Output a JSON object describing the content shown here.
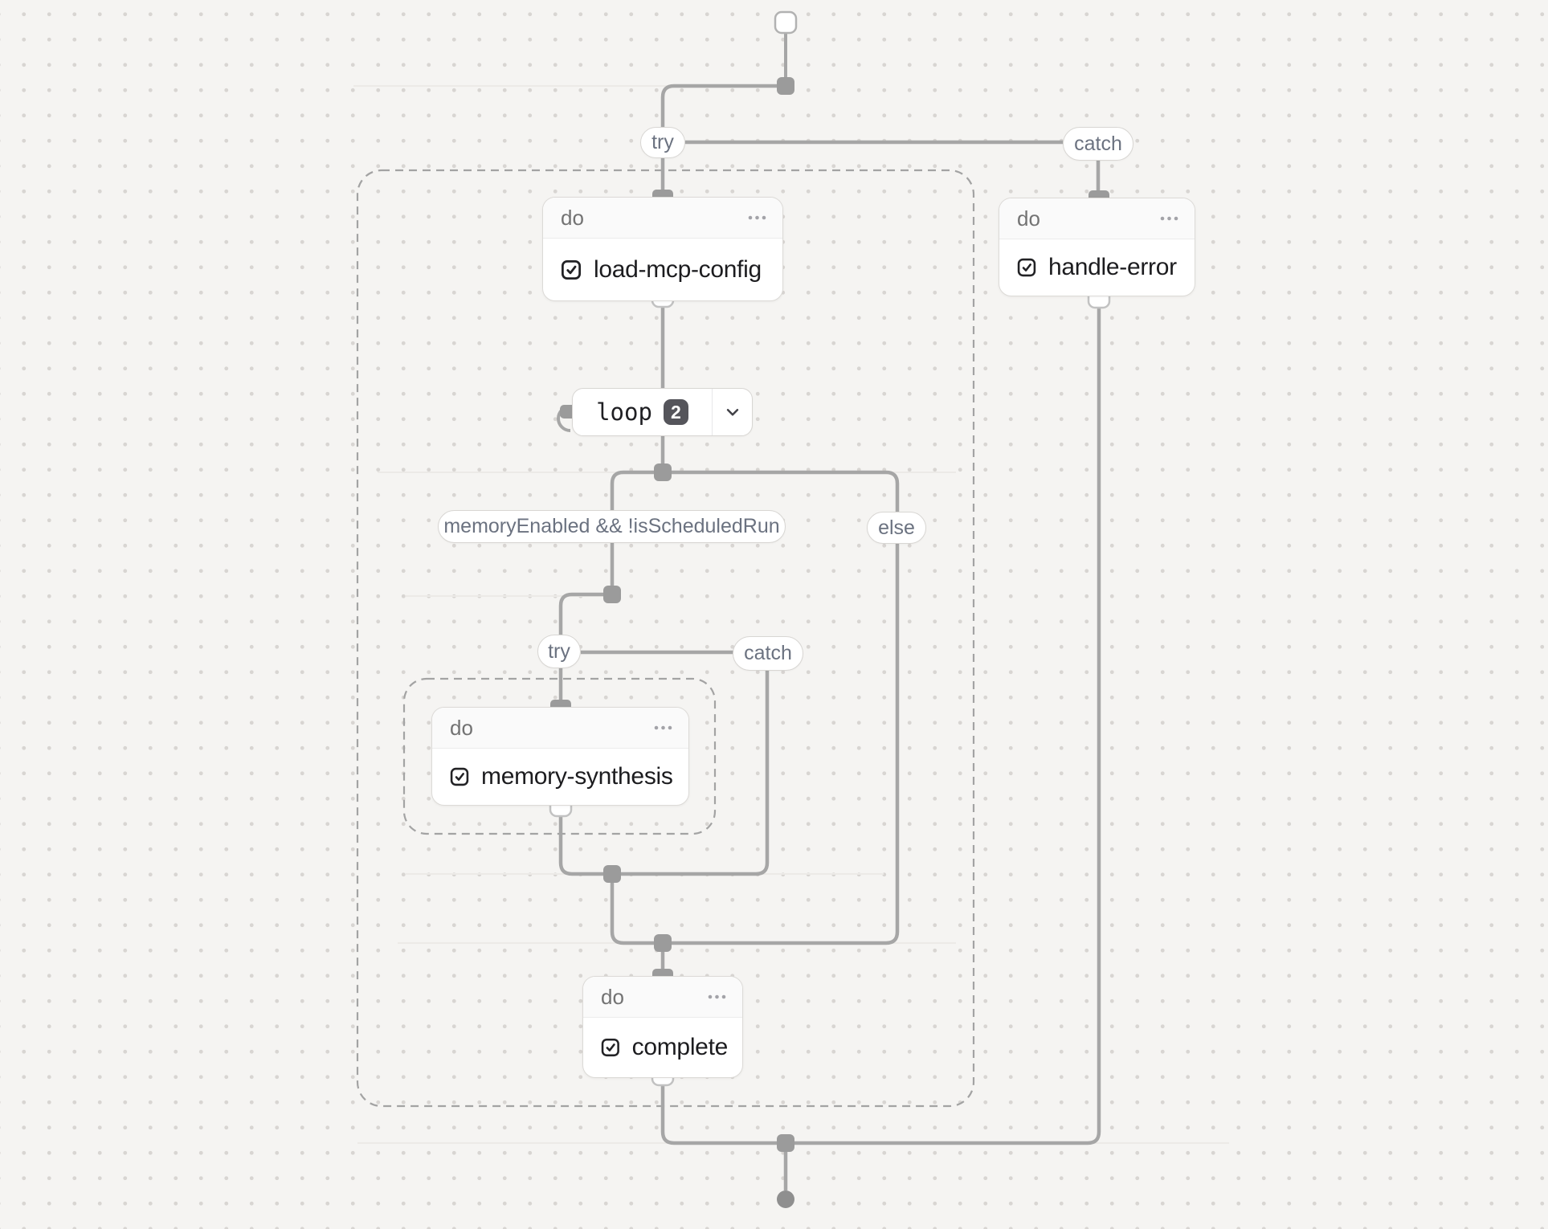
{
  "colors": {
    "background": "#f5f4f2",
    "dot_grid": "#d8d5d2",
    "edge": "#a6a6a6",
    "junction": "#9b9b9b",
    "faint_guide": "#eceae7",
    "pill_text": "#6b7280",
    "node_header_text": "#737373",
    "node_title_text": "#1c1c1f",
    "loop_badge_bg": "#55555b"
  },
  "icons": {
    "task": "check-square-icon",
    "menu": "ellipsis-icon",
    "loop_expand": "chevron-down-icon",
    "loop_back": "loop-back-icon"
  },
  "pills": {
    "try_outer": "try",
    "catch_outer": "catch",
    "condition": "memoryEnabled && !isScheduledRun",
    "else": "else",
    "try_inner": "try",
    "catch_inner": "catch"
  },
  "nodes": {
    "load_mcp_config": {
      "header": "do",
      "title": "load-mcp-config"
    },
    "handle_error": {
      "header": "do",
      "title": "handle-error"
    },
    "memory_synthesis": {
      "header": "do",
      "title": "memory-synthesis"
    },
    "complete": {
      "header": "do",
      "title": "complete"
    }
  },
  "loop_node": {
    "label": "loop",
    "badge": "2"
  }
}
